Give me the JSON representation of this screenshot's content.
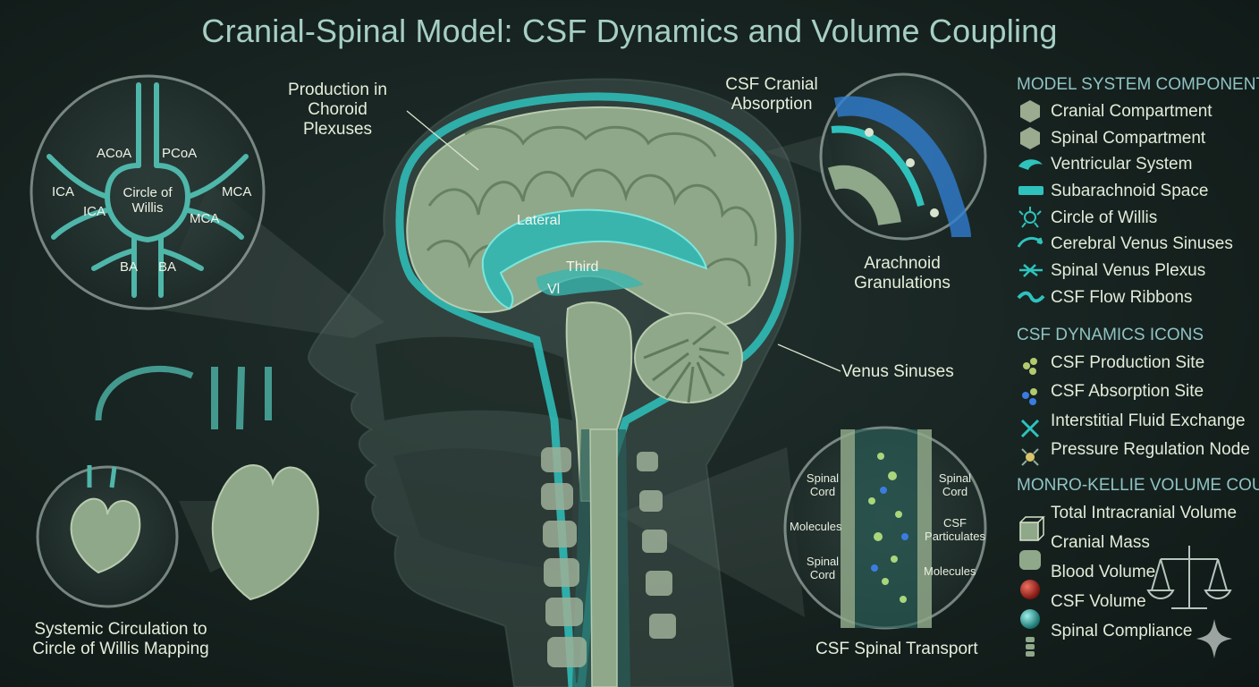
{
  "title": "Cranial-Spinal Model: CSF Dynamics and Volume Coupling",
  "colors": {
    "background": "#172320",
    "tissue": "#8fa88a",
    "csf": "#3ec9c4",
    "vessel": "#5fb8ad",
    "title": "#a7cfc4",
    "legend_heading": "#8fc3c4",
    "blood": "#b32a24"
  },
  "willis_inset": {
    "labels": [
      "ACoA",
      "PCoA",
      "ICA",
      "ICA",
      "Circle of Willis",
      "MCA",
      "MCA",
      "BA",
      "BA"
    ]
  },
  "brain_labels": {
    "choroid": "Production in Choroid Plexuses",
    "absorption": "CSF Cranial Absorption",
    "arachnoid": "Arachnoid Granulations",
    "lateral": "Lateral",
    "third": "Third",
    "fourth": "Vl",
    "venus_sinuses": "Venus Sinuses",
    "systemic": "Systemic Circulation to Circle of Willis Mapping",
    "spinal_transport": "CSF Spinal Transport"
  },
  "spinal_inset": {
    "labels": [
      "Spinal Cord",
      "Spinal Cord",
      "Molecules",
      "CSF Particulates",
      "Spinal Cord",
      "Molecules"
    ]
  },
  "legend": {
    "components_heading": "MODEL SYSTEM COMPONENTS",
    "components": [
      {
        "label": "Cranial Compartment",
        "icon": "hexagon-icon"
      },
      {
        "label": "Spinal Compartment",
        "icon": "hexagon-icon"
      },
      {
        "label": "Ventricular System",
        "icon": "ventricle-icon"
      },
      {
        "label": "Subarachnoid Space",
        "icon": "band-icon"
      },
      {
        "label": "Circle of Willis",
        "icon": "willis-icon"
      },
      {
        "label": "Cerebral Venus Sinuses",
        "icon": "sinus-arc-icon"
      },
      {
        "label": "Spinal Venus Plexus",
        "icon": "plexus-icon"
      },
      {
        "label": "CSF Flow Ribbons",
        "icon": "wave-icon"
      }
    ],
    "dynamics_heading": "CSF DYNAMICS ICONS",
    "dynamics": [
      {
        "label": "CSF Production Site",
        "icon": "molecule-cluster-icon"
      },
      {
        "label": "CSF Absorption Site",
        "icon": "molecule-cluster-blue-icon"
      },
      {
        "label": "Interstitial Fluid Exchange",
        "icon": "cross-arrows-icon"
      },
      {
        "label": "Pressure Regulation Node",
        "icon": "node-icon"
      }
    ],
    "coupling_heading": "MONRO-KELLIE VOLUME COUPLING",
    "coupling": [
      {
        "label": "Total Intracranial Volume",
        "icon": "cube-icon"
      },
      {
        "label": "Cranial Mass",
        "icon": "rounded-square-icon"
      },
      {
        "label": "Blood Volume",
        "icon": "red-sphere-icon"
      },
      {
        "label": "CSF Volume",
        "icon": "teal-sphere-icon"
      },
      {
        "label": "Spinal Compliance",
        "icon": "spine-icon"
      }
    ]
  }
}
